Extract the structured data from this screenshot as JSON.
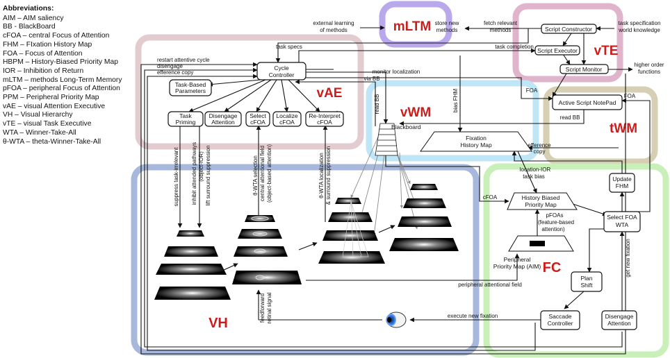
{
  "abbreviations": {
    "heading": "Abbreviations:",
    "items": [
      "AIM – AIM saliency",
      "BB - BlackBoard",
      "cFOA – central Focus of Attention",
      "FHM – FIxation History Map",
      "FOA – Focus of Attention",
      "HBPM – History-Biased Priority Map",
      "IOR – Inhibition of Return",
      "mLTM – methods Long-Term Memory",
      "pFOA – peripheral Focus of Attention",
      "PPM – Peripheral Priority Map",
      "vAE – visual Attention Executive",
      "VH – Visual Hierarchy",
      "vTE – visual Task Executive",
      "WTA – Winner-Take-All",
      "θ-WTA – theta-Winner-Take-All"
    ]
  },
  "regions": {
    "mltm": "mLTM",
    "vte": "vTE",
    "vae": "vAE",
    "vwm": "vWM",
    "twm": "tWM",
    "vh": "VH",
    "fc": "FC"
  },
  "colors": {
    "mltm": "#b9a8ec",
    "vte": "#e0b4cc",
    "vae": "#e3cccf",
    "vwm": "#bfe6f6",
    "twm": "#d6cfb3",
    "vh": "#a7b8dc",
    "fc": "#c8f0b8",
    "region_label": "#cc1d1d"
  },
  "boxes": {
    "cycle_controller": [
      "Cycle",
      "Controller"
    ],
    "task_params": [
      "Task-Based",
      "Parameters"
    ],
    "task_priming": [
      "Task",
      "Priming"
    ],
    "disengage_attention_vae": [
      "Disengage",
      "Attention"
    ],
    "select_cfoa": [
      "Select",
      "cFOA"
    ],
    "localize_cfoa": [
      "Localize",
      "cFOA"
    ],
    "reinterpret_cfoa": [
      "Re-Interpret",
      "cFOA"
    ],
    "script_constructor": "Script Constructor",
    "script_executor": "Script Executor",
    "script_monitor": "Script Monitor",
    "active_script_notepad": "Active Script NotePad",
    "update_fhm": [
      "Update",
      "FHM"
    ],
    "select_foa_wta": [
      "Select FOA",
      "WTA"
    ],
    "plan_shift": [
      "Plan",
      "Shift"
    ],
    "saccade_controller": [
      "Saccade",
      "Controller"
    ],
    "disengage_attention_fc": [
      "Disengage",
      "Attention"
    ],
    "blackboard": "Blackboard",
    "fixation_history_map": [
      "Fixation",
      "History Map"
    ],
    "hbpm": [
      "History Biased",
      "Priority Map"
    ],
    "ppm": [
      "Peripheral",
      "Priority Map (AIM)"
    ]
  },
  "labels": {
    "external_learning": [
      "external learning",
      "of methods"
    ],
    "store_new_methods": [
      "store new",
      "methods"
    ],
    "fetch_relevant_methods": [
      "fetch relevant",
      "methods"
    ],
    "task_spec_world": [
      "task specification",
      "world knowledge"
    ],
    "task_specs": "task specs",
    "task_completion": "task completion",
    "higher_order": [
      "higher order",
      "functions"
    ],
    "restart_attentive_cycle": "restart attentive cycle",
    "disengage": "disengage",
    "efference_copy_top": "efference copy",
    "monitor_localization": [
      "monitor localization",
      "via BB"
    ],
    "foa_left": "FOA",
    "foa_right": "FOA",
    "read_bb_vertical": "read BB",
    "read_bb_twm": "read BB",
    "bias_fhm": "bias FHM",
    "efference_copy_right": [
      "efference",
      "copy"
    ],
    "location_ior": [
      "location-IOR",
      "task bias"
    ],
    "cfoa": "cFOA",
    "pfoas": [
      "pFOAs",
      "(feature-based",
      "attention)"
    ],
    "peripheral_attentional_field": "peripheral attentional field",
    "execute_new_fixation": "execute new fixation",
    "get_new_fixation": "get new fixation",
    "suppress_task_irrelevant": "suppress task-irrelevant",
    "inhibit_attended": [
      "inhibit attended pathways",
      "(object-IOR)"
    ],
    "lift_surround": "lift surround suppression",
    "theta_select": [
      "θ-WTA selection",
      "central attentional field",
      "(object-based attention)"
    ],
    "theta_localize": [
      "θ-WTA localization",
      "& surround suppression"
    ],
    "feedforward": [
      "feedforward",
      "retinal signal"
    ]
  }
}
